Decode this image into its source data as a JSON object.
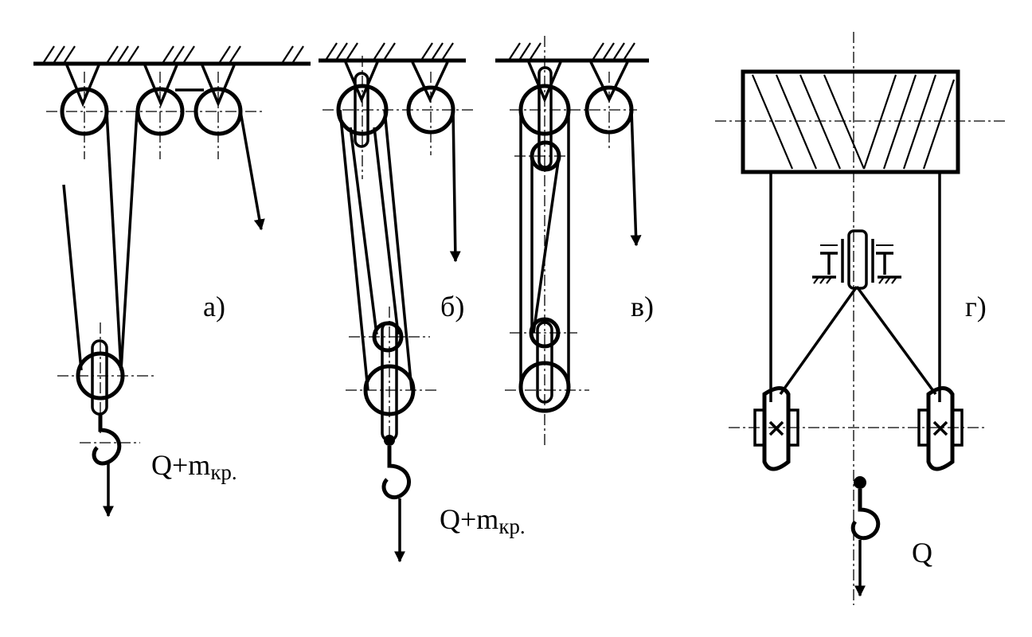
{
  "panels": [
    {
      "id": "a",
      "label": "а)",
      "load": {
        "base": "Q+m",
        "sub": "кр."
      }
    },
    {
      "id": "b",
      "label": "б)",
      "load": {
        "base": "Q+m",
        "sub": "кр."
      }
    },
    {
      "id": "v",
      "label": "в)"
    },
    {
      "id": "g",
      "label": "г)",
      "load": {
        "base": "Q"
      }
    }
  ]
}
